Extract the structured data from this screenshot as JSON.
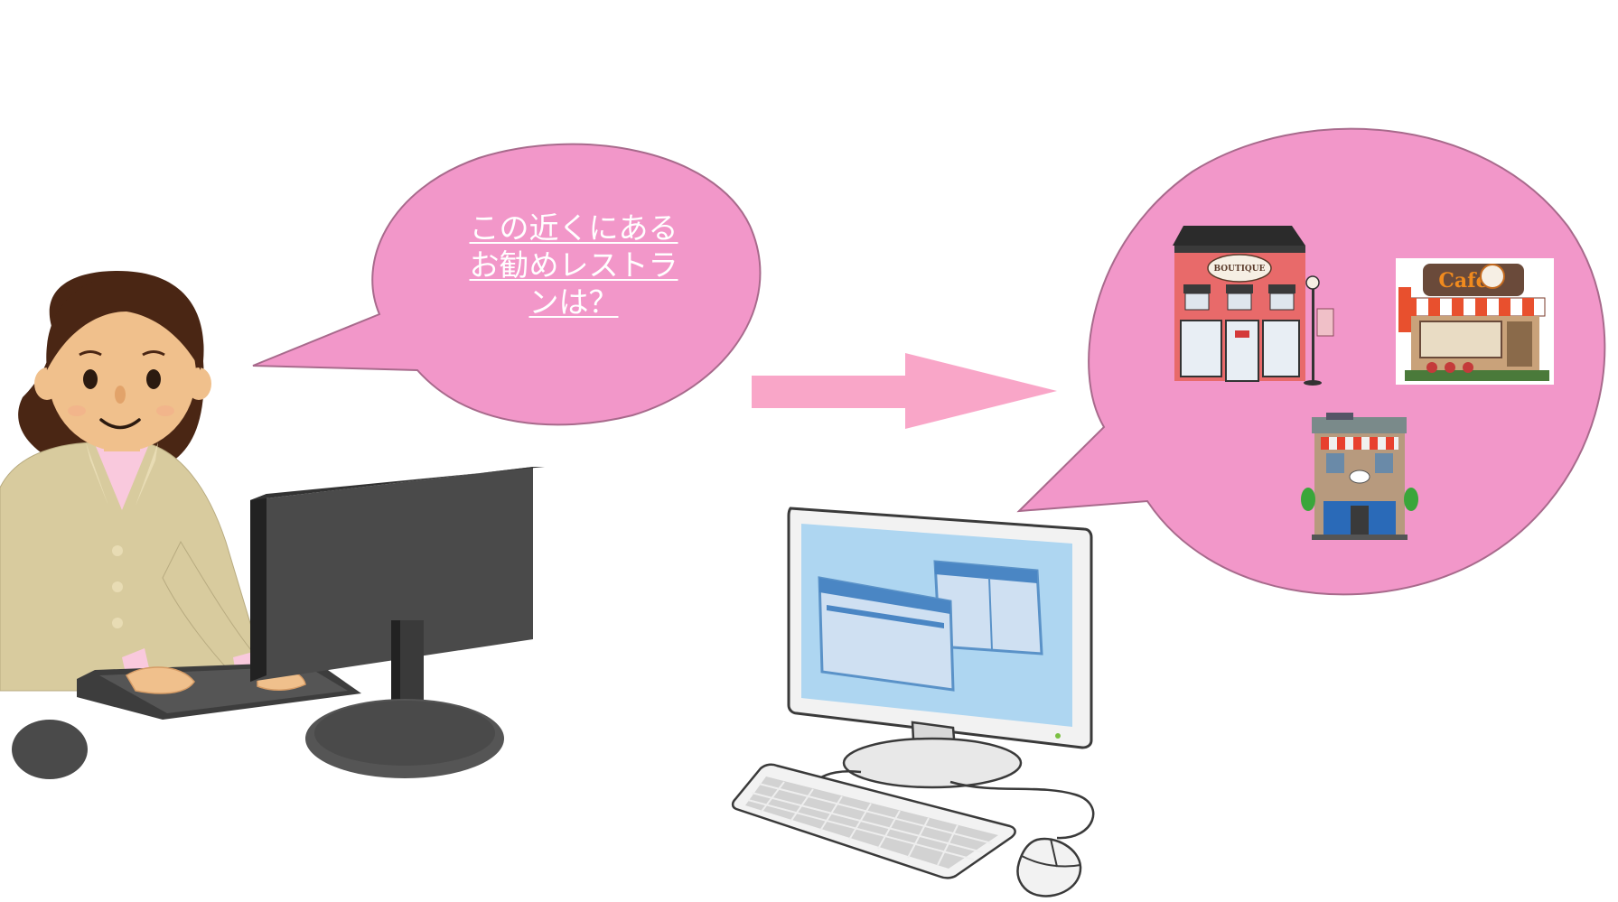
{
  "speech_bubble": {
    "lines": [
      "この近くにある",
      "お勧めレストラ",
      "ンは？"
    ]
  },
  "shops": [
    {
      "name": "boutique",
      "sign": "BOUTIQUE"
    },
    {
      "name": "cafe",
      "sign": "Cafe"
    },
    {
      "name": "coffee-shop"
    }
  ],
  "colors": {
    "bubble": "#f297c9",
    "bubble_stroke": "#a86a8c",
    "arrow": "#f9a6c8",
    "monitor_dark": "#4a4a4a",
    "screen_blue": "#aed6f1"
  }
}
